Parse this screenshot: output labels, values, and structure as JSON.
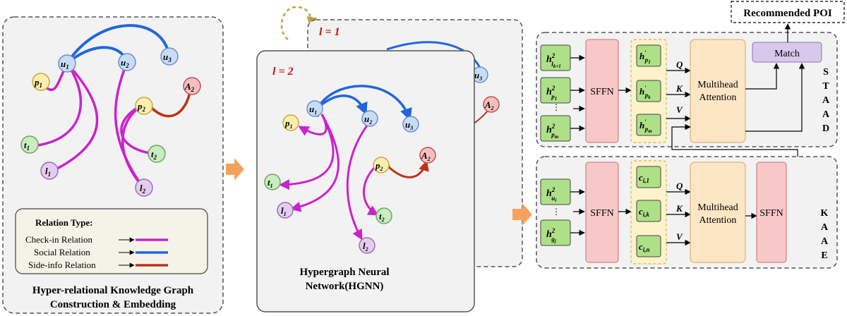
{
  "panel_a": {
    "caption_line1": "Hyper-relational Knowledge Graph",
    "caption_line2": "Construction & Embedding",
    "legend": {
      "title": "Relation Type:",
      "items": [
        "Check-in Relation",
        "Social Relation",
        "Side-info Relation"
      ],
      "colors": [
        "#cc22cc",
        "#2266dd",
        "#bb3311"
      ]
    },
    "nodes": [
      {
        "base": "u",
        "sub": "1"
      },
      {
        "base": "u",
        "sub": "2"
      },
      {
        "base": "u",
        "sub": "3"
      },
      {
        "base": "p",
        "sub": "1"
      },
      {
        "base": "p",
        "sub": "2"
      },
      {
        "base": "A",
        "sub": "2"
      },
      {
        "base": "t",
        "sub": "1"
      },
      {
        "base": "t",
        "sub": "2"
      },
      {
        "base": "l",
        "sub": "1"
      },
      {
        "base": "l",
        "sub": "2"
      }
    ]
  },
  "panel_b": {
    "layer_back": "l = 1",
    "layer_front": "l = 2",
    "caption_line1": "Hypergraph Neural",
    "caption_line2": "Network(HGNN)",
    "back_nodes": [
      {
        "base": "u",
        "sub": "3"
      },
      {
        "base": "A",
        "sub": "2"
      }
    ],
    "nodes": [
      {
        "base": "u",
        "sub": "1"
      },
      {
        "base": "u",
        "sub": "2"
      },
      {
        "base": "u",
        "sub": "3"
      },
      {
        "base": "p",
        "sub": "1"
      },
      {
        "base": "p",
        "sub": "2"
      },
      {
        "base": "A",
        "sub": "2"
      },
      {
        "base": "t",
        "sub": "1"
      },
      {
        "base": "t",
        "sub": "2"
      },
      {
        "base": "l",
        "sub": "1"
      },
      {
        "base": "l",
        "sub": "2"
      }
    ]
  },
  "staad": {
    "side_label": [
      "S",
      "T",
      "A",
      "A",
      "D"
    ],
    "inputs": [
      {
        "base": "h",
        "sup": "2",
        "sub": "l",
        "sub2": "k+1"
      },
      {
        "base": "h",
        "sup": "2",
        "sub": "p",
        "sub2": "1"
      },
      {
        "base": "h",
        "sup": "2",
        "sub": "p",
        "sub2": "m"
      }
    ],
    "sffn": "SFFN",
    "mid": [
      {
        "base": "h",
        "prime": "′",
        "sub": "p",
        "sub2": "1"
      },
      {
        "base": "h",
        "prime": "′",
        "sub": "p",
        "sub2": "k"
      },
      {
        "base": "h",
        "prime": "′",
        "sub": "p",
        "sub2": "m"
      }
    ],
    "qkv": [
      "Q",
      "K",
      "V"
    ],
    "attention_line1": "Multihead",
    "attention_line2": "Attention",
    "match": "Match",
    "output": "Recommended POI"
  },
  "kaae": {
    "side_label": [
      "K",
      "A",
      "A",
      "E"
    ],
    "inputs": [
      {
        "base": "h",
        "sup": "2",
        "sub": "u",
        "sub2": "i"
      },
      {
        "base": "h",
        "sup": "2",
        "sub": "g",
        "sub2": "j"
      }
    ],
    "sffn_left": "SFFN",
    "mid": [
      {
        "base": "c",
        "sub": "i,1"
      },
      {
        "base": "c",
        "sub": "i,k"
      },
      {
        "base": "c",
        "sub": "i,n"
      }
    ],
    "qkv": [
      "Q",
      "K",
      "V"
    ],
    "attention_line1": "Multihead",
    "attention_line2": "Attention",
    "sffn_right": "SFFN"
  }
}
